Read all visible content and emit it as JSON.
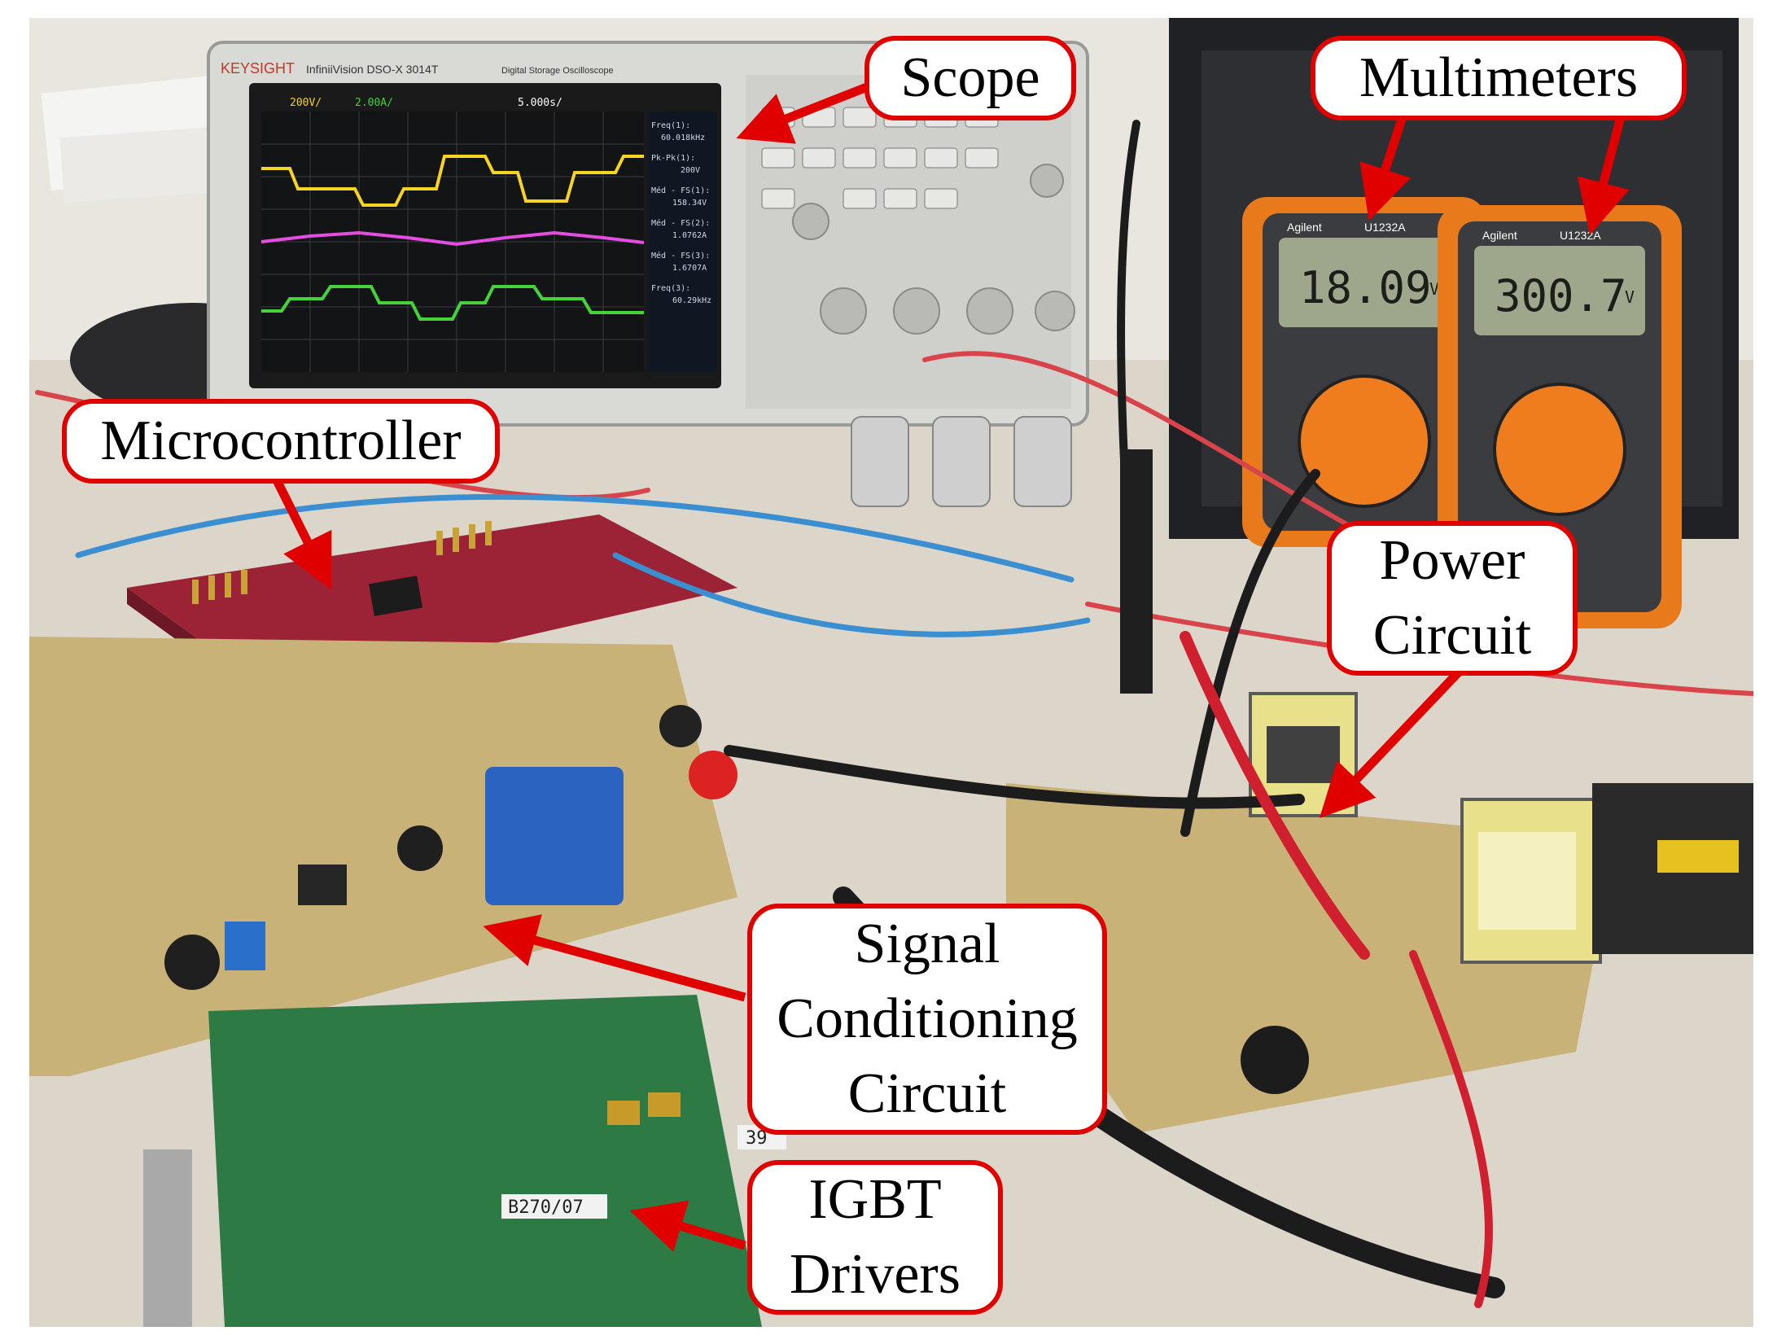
{
  "callouts": {
    "scope": "Scope",
    "multimeters": "Multimeters",
    "microcontroller": "Microcontroller",
    "power_circuit": "Power\nCircuit",
    "signal_conditioning": "Signal\nConditioning\nCircuit",
    "igbt_drivers": "IGBT\nDrivers"
  },
  "scope_screen": {
    "brand": "KEYSIGHT",
    "model": "InfiniiVision DSO-X 3014T",
    "subtitle": "Digital Storage Oscilloscope",
    "ch1_scale": "200V/",
    "ch2_scale": "2.00A/",
    "timebase": "5.000s/",
    "readouts": [
      "Freq(1):",
      "60.018kHz",
      "Pk-Pk(1):",
      "200V",
      "Méd - FS(1):",
      "158.34V",
      "Méd - FS(2):",
      "1.0762A",
      "Méd - FS(3):",
      "1.6707A",
      "Freq(3):",
      "60.29kHz"
    ]
  },
  "multimeters": {
    "left": {
      "brand": "Agilent",
      "model": "U1232A",
      "reading": "18.09",
      "unit": "V"
    },
    "right": {
      "brand": "Agilent",
      "model": "U1232A",
      "reading": "300.7",
      "unit": "V"
    }
  },
  "board_labels": {
    "igbt_label": "B270/07",
    "driver_tag": "39"
  },
  "colors": {
    "callout_border": "#e00000",
    "arrow": "#e00000"
  }
}
